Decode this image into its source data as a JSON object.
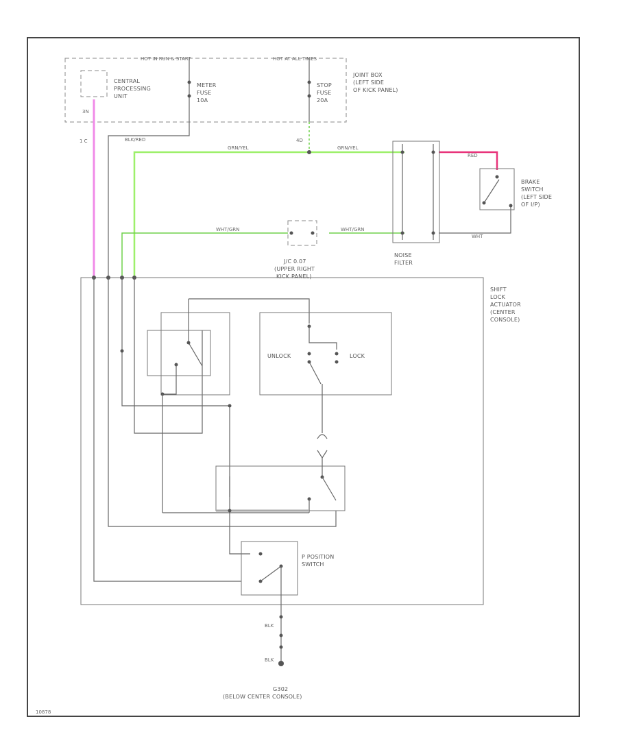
{
  "top_bar": {
    "hot_run_start": "HOT IN RUN & START",
    "hot_all_times": "HOT AT ALL TIMES"
  },
  "joint_box": {
    "line1": "JOINT BOX",
    "line2": "(LEFT SIDE",
    "line3": "OF KICK PANEL)"
  },
  "cpu": {
    "line1": "CENTRAL",
    "line2": "PROCESSING",
    "line3": "UNIT",
    "pin": "3N"
  },
  "meter_fuse": {
    "line1": "METER",
    "line2": "FUSE",
    "line3": "10A"
  },
  "stop_fuse": {
    "line1": "STOP",
    "line2": "FUSE",
    "line3": "20A"
  },
  "wire_labels": {
    "blk_red": "BLK/RED",
    "pin_1c": "1 C",
    "pin_4d": "4D",
    "grn_yel_1": "GRN/YEL",
    "grn_yel_2": "GRN/YEL",
    "red": "RED",
    "wht_grn_1": "WHT/GRN",
    "wht_grn_2": "WHT/GRN",
    "wht": "WHT",
    "blk_top": "BLK",
    "blk_bottom": "BLK"
  },
  "noise_filter": {
    "line1": "NOISE",
    "line2": "FILTER"
  },
  "brake_switch": {
    "line1": "BRAKE",
    "line2": "SWITCH",
    "line3": "(LEFT SIDE",
    "line4": "OF I/P)"
  },
  "jc_connector": {
    "line1": "J/C 0.07",
    "line2": "(UPPER RIGHT",
    "line3": "KICK PANEL)"
  },
  "actuator": {
    "line1": "SHIFT",
    "line2": "LOCK",
    "line3": "ACTUATOR",
    "line4": "(CENTER",
    "line5": "CONSOLE)"
  },
  "unlock_lock": {
    "unlock": "UNLOCK",
    "lock": "LOCK"
  },
  "p_switch": {
    "line1": "P POSITION",
    "line2": "SWITCH"
  },
  "ground": {
    "line1": "G302",
    "line2": "(BELOW CENTER CONSOLE)"
  },
  "diagram_id": "10878"
}
